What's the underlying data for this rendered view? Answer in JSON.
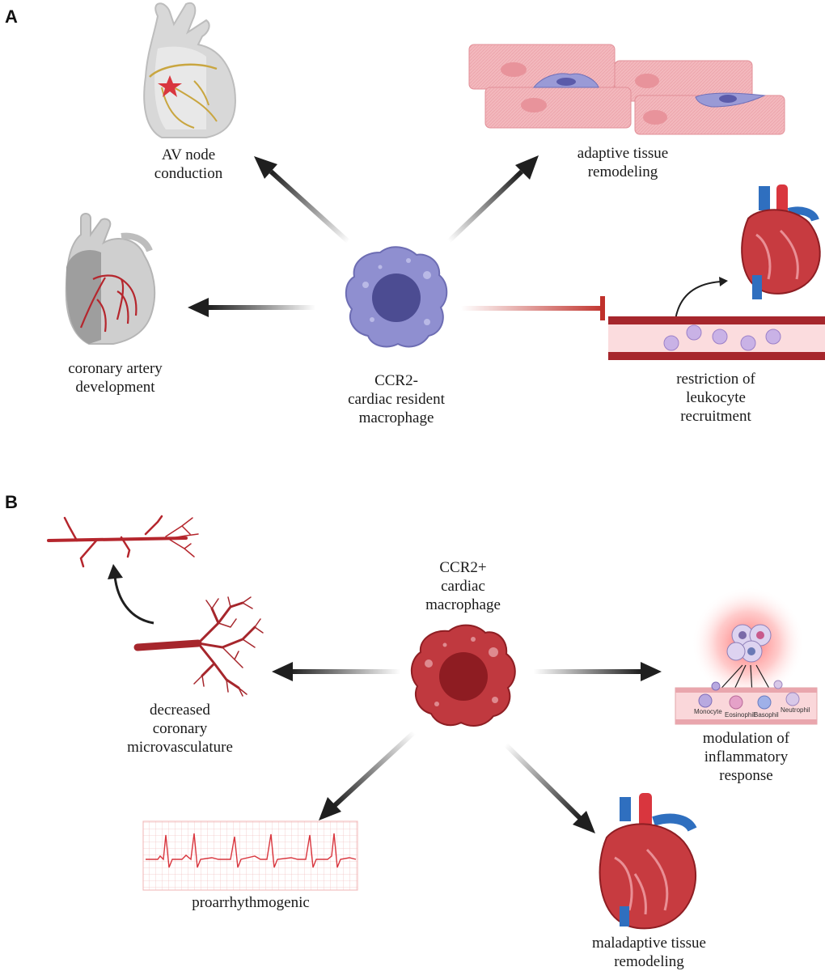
{
  "panel_a": {
    "letter": "A",
    "center_label": [
      "CCR2-",
      "cardiac resident",
      "macrophage"
    ],
    "outcomes": {
      "av_node": [
        "AV node",
        "conduction"
      ],
      "adaptive": [
        "adaptive tissue",
        "remodeling"
      ],
      "coronary": [
        "coronary artery",
        "development"
      ],
      "restriction": [
        "restriction of",
        "leukocyte",
        "recruitment"
      ]
    }
  },
  "panel_b": {
    "letter": "B",
    "center_label": [
      "CCR2+",
      "cardiac",
      "macrophage"
    ],
    "outcomes": {
      "microvasculature": [
        "decreased",
        "coronary",
        "microvasculature"
      ],
      "inflammatory": [
        "modulation of",
        "inflammatory",
        "response"
      ],
      "proarrhythmogenic": [
        "proarrhythmogenic"
      ],
      "maladaptive": [
        "maladaptive tissue",
        "remodeling"
      ]
    },
    "cell_types": {
      "monocyte": "Monocyte",
      "eosinophil": "Eosinophil",
      "basophil": "Basophil",
      "neutrophil": "Neutrophil"
    }
  },
  "colors": {
    "resident_macrophage": "#8f8fd0",
    "ccr2_macrophage": "#c0393f",
    "arrow": "#1f1f1f",
    "inhibit": "#c0312b",
    "vessel": "#a6262c",
    "tissue": "#f3b8bd"
  }
}
